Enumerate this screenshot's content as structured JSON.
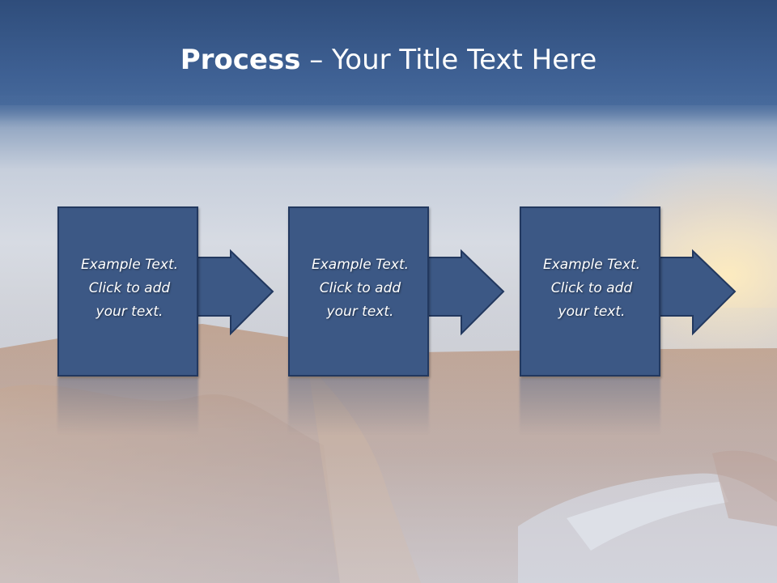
{
  "slide": {
    "title_bold": "Process",
    "title_rest": " – Your Title Text Here",
    "steps": [
      {
        "line1": "Example Text.",
        "line2": "Click  to add",
        "line3": "your text."
      },
      {
        "line1": "Example Text.",
        "line2": "Click  to add",
        "line3": "your text."
      },
      {
        "line1": "Example Text.",
        "line2": "Click  to add",
        "line3": "your text."
      }
    ]
  },
  "colors": {
    "header": "#3e6093",
    "box_fill": "#3c5885",
    "box_border": "#22385f",
    "text": "#ffffff"
  }
}
